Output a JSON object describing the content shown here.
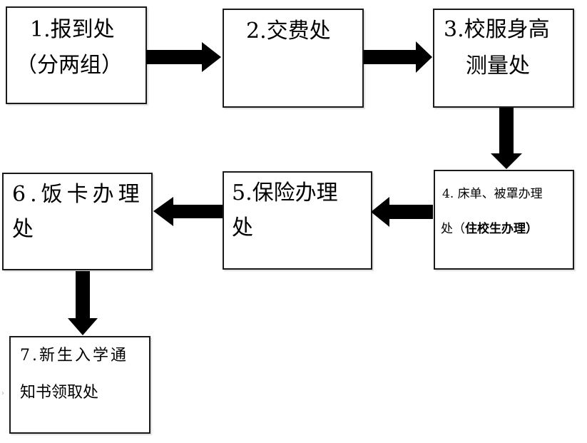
{
  "steps": {
    "s1": {
      "line1": "1.报到处",
      "line2": "（分两组）"
    },
    "s2": {
      "line1": "2.交费处"
    },
    "s3": {
      "line1": "3.校服身高",
      "line2": "测量处"
    },
    "s4": {
      "line1": "4. 床单、被罩办理",
      "line2_prefix": "处（",
      "line2_bold": "住校生办理）"
    },
    "s5": {
      "line1": "5.保险办理",
      "line2": "处"
    },
    "s6": {
      "line1": "6.饭卡办理",
      "line2": "处"
    },
    "s7": {
      "line1": "7.新生入学通",
      "line2": "知书领取处"
    }
  },
  "flow": [
    "1→2",
    "2→3",
    "3→4",
    "4→5",
    "5→6",
    "6→7"
  ],
  "colors": {
    "border": "#1a1a1a",
    "arrow": "#000000",
    "background": "#ffffff"
  }
}
